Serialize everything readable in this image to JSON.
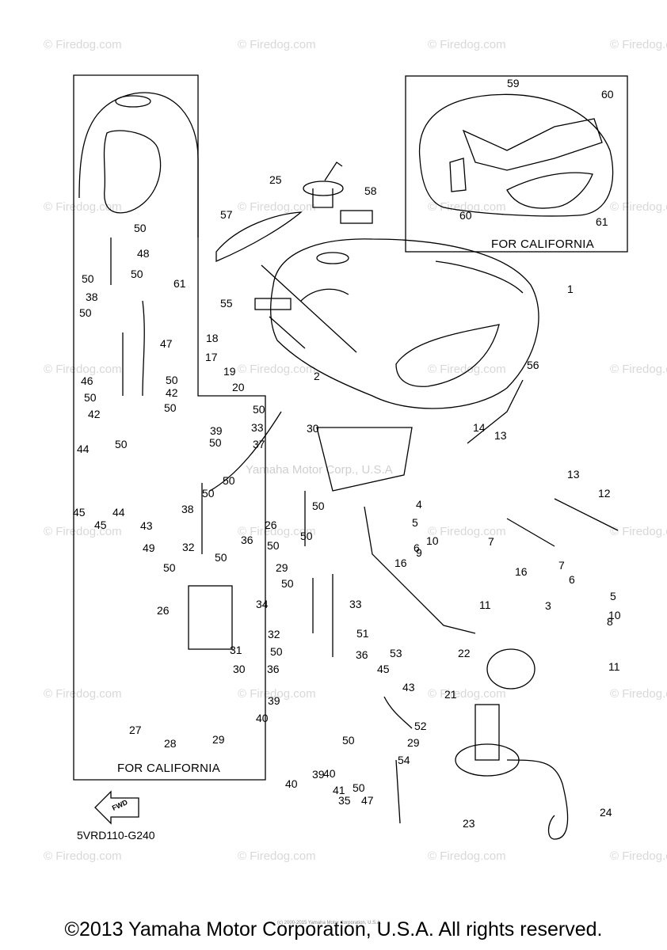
{
  "watermark": "© Firedog.com",
  "center_watermark": "Yamaha Motor Corp., U.S.A",
  "box_labels": {
    "left": "FOR CALIFORNIA",
    "right": "FOR CALIFORNIA"
  },
  "diagram_code": "5VRD110-G240",
  "fwd_label": "FWD",
  "copyright": "©2013 Yamaha Motor Corporation, U.S.A. All rights reserved.",
  "tiny_copyright": "(c) 2000-2015 Yamaha Motor Corporation, U.S.A.",
  "callouts": [
    {
      "n": "1"
    },
    {
      "n": "2"
    },
    {
      "n": "3"
    },
    {
      "n": "4"
    },
    {
      "n": "5"
    },
    {
      "n": "5"
    },
    {
      "n": "6"
    },
    {
      "n": "6"
    },
    {
      "n": "7"
    },
    {
      "n": "7"
    },
    {
      "n": "8"
    },
    {
      "n": "9"
    },
    {
      "n": "10"
    },
    {
      "n": "10"
    },
    {
      "n": "11"
    },
    {
      "n": "11"
    },
    {
      "n": "12"
    },
    {
      "n": "13"
    },
    {
      "n": "13"
    },
    {
      "n": "14"
    },
    {
      "n": "16"
    },
    {
      "n": "16"
    },
    {
      "n": "17"
    },
    {
      "n": "18"
    },
    {
      "n": "19"
    },
    {
      "n": "20"
    },
    {
      "n": "21"
    },
    {
      "n": "22"
    },
    {
      "n": "23"
    },
    {
      "n": "24"
    },
    {
      "n": "25"
    },
    {
      "n": "26"
    },
    {
      "n": "26"
    },
    {
      "n": "27"
    },
    {
      "n": "28"
    },
    {
      "n": "29"
    },
    {
      "n": "29"
    },
    {
      "n": "29"
    },
    {
      "n": "30"
    },
    {
      "n": "30"
    },
    {
      "n": "31"
    },
    {
      "n": "32"
    },
    {
      "n": "32"
    },
    {
      "n": "33"
    },
    {
      "n": "33"
    },
    {
      "n": "34"
    },
    {
      "n": "35"
    },
    {
      "n": "36"
    },
    {
      "n": "36"
    },
    {
      "n": "36"
    },
    {
      "n": "37"
    },
    {
      "n": "38"
    },
    {
      "n": "38"
    },
    {
      "n": "39"
    },
    {
      "n": "39"
    },
    {
      "n": "39"
    },
    {
      "n": "40"
    },
    {
      "n": "40"
    },
    {
      "n": "40"
    },
    {
      "n": "41"
    },
    {
      "n": "42"
    },
    {
      "n": "42"
    },
    {
      "n": "43"
    },
    {
      "n": "43"
    },
    {
      "n": "44"
    },
    {
      "n": "44"
    },
    {
      "n": "45"
    },
    {
      "n": "45"
    },
    {
      "n": "45"
    },
    {
      "n": "46"
    },
    {
      "n": "47"
    },
    {
      "n": "47"
    },
    {
      "n": "48"
    },
    {
      "n": "49"
    },
    {
      "n": "50"
    },
    {
      "n": "50"
    },
    {
      "n": "50"
    },
    {
      "n": "50"
    },
    {
      "n": "50"
    },
    {
      "n": "50"
    },
    {
      "n": "50"
    },
    {
      "n": "50"
    },
    {
      "n": "50"
    },
    {
      "n": "50"
    },
    {
      "n": "50"
    },
    {
      "n": "50"
    },
    {
      "n": "50"
    },
    {
      "n": "50"
    },
    {
      "n": "50"
    },
    {
      "n": "50"
    },
    {
      "n": "50"
    },
    {
      "n": "50"
    },
    {
      "n": "50"
    },
    {
      "n": "50"
    },
    {
      "n": "50"
    },
    {
      "n": "51"
    },
    {
      "n": "52"
    },
    {
      "n": "53"
    },
    {
      "n": "54"
    },
    {
      "n": "55"
    },
    {
      "n": "56"
    },
    {
      "n": "57"
    },
    {
      "n": "58"
    },
    {
      "n": "59"
    },
    {
      "n": "60"
    },
    {
      "n": "60"
    },
    {
      "n": "61"
    },
    {
      "n": "61"
    }
  ]
}
